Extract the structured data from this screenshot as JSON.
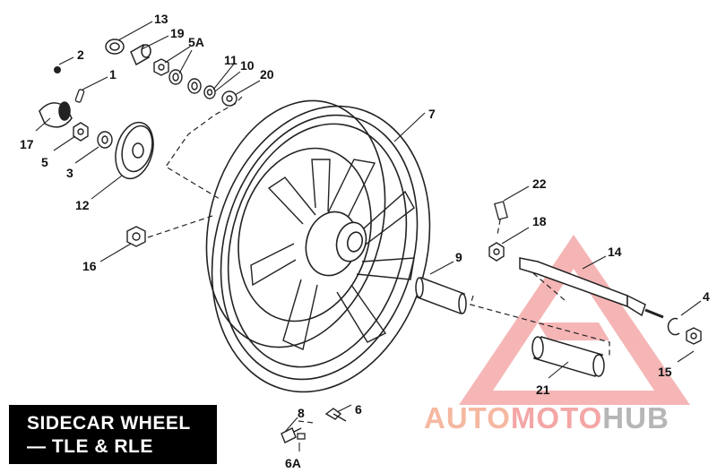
{
  "title": {
    "line1": "SIDECAR WHEEL",
    "line2": "— TLE & RLE"
  },
  "watermark": {
    "part1": "AUTO",
    "part2": "MOTO",
    "part3": "HUB",
    "colors": {
      "auto": "#f5b8a0",
      "moto": "#f4a6a6",
      "hub": "#b6b6b6",
      "triangle": "#f08080"
    }
  },
  "callouts": {
    "c13": "13",
    "c19": "19",
    "c5a_top": "5A",
    "c2": "2",
    "c1": "1",
    "c11": "11",
    "c10": "10",
    "c20": "20",
    "c17": "17",
    "c5": "5",
    "c3": "3",
    "c12": "12",
    "c7": "7",
    "c22": "22",
    "c18": "18",
    "c16": "16",
    "c9": "9",
    "c14": "14",
    "c4": "4",
    "c15": "15",
    "c21": "21",
    "c8": "8",
    "c6": "6",
    "c6a": "6A"
  }
}
